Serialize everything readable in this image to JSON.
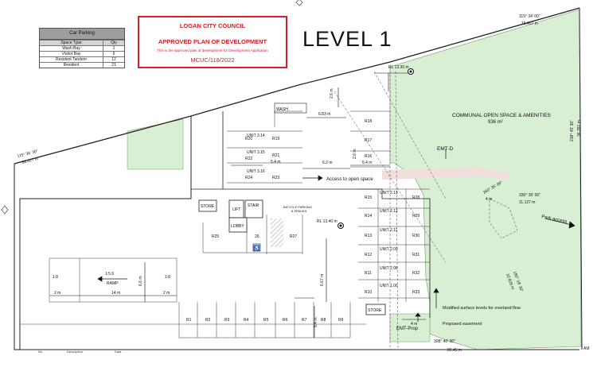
{
  "parking_table": {
    "title": "Car Parking",
    "header": {
      "type": "Space Type",
      "qty": "Qty"
    },
    "rows": [
      {
        "type": "Wash Bay",
        "qty": "1"
      },
      {
        "type": "Visitor Bay",
        "qty": "6"
      },
      {
        "type": "Resident Tandem",
        "qty": "12"
      },
      {
        "type": "Resident",
        "qty": "21"
      }
    ]
  },
  "council": {
    "name": "LOGAN CITY COUNCIL",
    "title": "APPROVED PLAN OF DEVELOPMENT",
    "note": "This is the approved plan of development for Development Application",
    "reference": "MCUC/118/2022"
  },
  "level_title": "LEVEL 1",
  "footer": {
    "c1": "No",
    "c2": "Description",
    "c3": "Date"
  },
  "colors": {
    "green_area": "#d8efd3",
    "stamp_red": "#d0202b",
    "path_pink": "#f3dede",
    "line": "#222222"
  },
  "plan": {
    "bearings": {
      "top": "115° 34' 00\"",
      "top_len": "15.407 m",
      "left": "115° 36' 30\"",
      "left_len": "68.417 m",
      "right": "218° 45' 30\"",
      "right_len": "36.397 m",
      "mid1": "260° 35' 00\"",
      "mid1_len": "4 m",
      "mid2": "330° 35' 00\"",
      "mid2_len": "11.127 m",
      "lower": "180° 18' 30\"",
      "lower_len": "32.829 m",
      "bottom": "308° 40' 00\"",
      "bottom_len": "86.45 m"
    },
    "rl_top": "RL 13.30 m",
    "rl_mid": "RL 13.40 m",
    "wash_label": "WASH",
    "dims": {
      "d2_6": "2.6 m",
      "d6_83": "6.83 m",
      "d5_4": "5.4 m",
      "d6_2": "6.2 m",
      "d5_4b": "5.4 m",
      "d2_6b": "2.6 m",
      "d6_6": "6.6 m",
      "d6_67": "6.67 m",
      "d14": "14 m",
      "d2a": "2 m",
      "d2b": "2 m",
      "d5_4c": "5.4 m",
      "d4": "4 m"
    },
    "units_left": [
      "UNIT 3.14",
      "UNIT 3.15",
      "UNIT 3.16"
    ],
    "units_right": [
      "UNIT 2.13",
      "UNIT 2.12",
      "UNIT 2.11",
      "UNIT 2.09",
      "UNIT 2.08",
      "UNIT 1.06"
    ],
    "bays_top_left": [
      "R20",
      "R22",
      "R24"
    ],
    "bays_top_mid": [
      "R19",
      "R21",
      "R23"
    ],
    "bays_top_right": [
      "R18",
      "R17",
      "R16"
    ],
    "bays_right_l": [
      "R15",
      "R14",
      "R13",
      "R12",
      "R11",
      "R10"
    ],
    "bays_right_r": [
      "R28",
      "R29",
      "R30",
      "R31",
      "R32",
      "R33"
    ],
    "bays_mid": [
      "R25",
      "26",
      "R27"
    ],
    "bays_bottom": [
      "R1",
      "R2",
      "R3",
      "R4",
      "R5",
      "R6",
      "R7",
      "R8",
      "R9"
    ],
    "labels": {
      "communal": "COMMUNAL OPEN SPACE & AMENITIES",
      "communal_area": "936 m²",
      "emt_d": "EMT-D",
      "access": "Access to open space",
      "park_access": "Park access",
      "store1": "STORE",
      "lift": "LIFT",
      "stair": "STAIR",
      "lobby": "LOBBY",
      "bicycle": "BICYCLE PARKING",
      "bicycle_count": "6 SPACES",
      "ramp_grade": "1:5.6",
      "ramp": "RAMP",
      "grade_l": "1:8",
      "grade_r": "1:8",
      "store2": "STORE",
      "overland": "Modified surface levels for overland flow",
      "emt_prop": "EMT-Prop",
      "easement": "Proposed easement",
      "side_code": "AM"
    }
  }
}
